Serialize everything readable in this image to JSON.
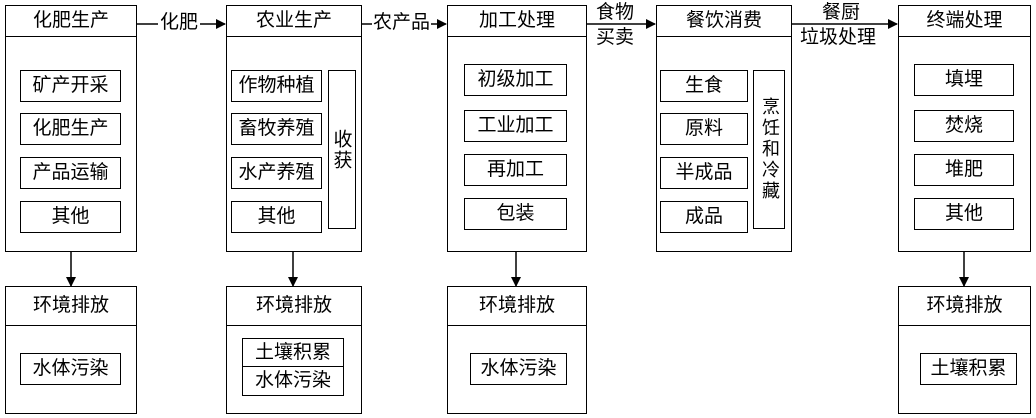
{
  "stages": [
    {
      "title": "化肥生产",
      "items": [
        "矿产开采",
        "化肥生产",
        "产品运输",
        "其他"
      ]
    },
    {
      "title": "农业生产",
      "items": [
        "作物种植",
        "畜牧养殖",
        "水产养殖",
        "其他"
      ],
      "side": "收获"
    },
    {
      "title": "加工处理",
      "items": [
        "初级加工",
        "工业加工",
        "再加工",
        "包装"
      ]
    },
    {
      "title": "餐饮消费",
      "items": [
        "生食",
        "原料",
        "半成品",
        "成品"
      ],
      "side": "烹饪和冷藏"
    },
    {
      "title": "终端处理",
      "items": [
        "填埋",
        "焚烧",
        "堆肥",
        "其他"
      ]
    }
  ],
  "flows": [
    "化肥",
    "农产品",
    "食物",
    "买卖",
    "餐厨",
    "垃圾处理"
  ],
  "emissions": [
    {
      "title": "环境排放",
      "items": [
        "水体污染"
      ]
    },
    {
      "title": "环境排放",
      "items": [
        "土壤积累",
        "水体污染"
      ]
    },
    {
      "title": "环境排放",
      "items": [
        "水体污染"
      ]
    },
    {
      "title": "环境排放",
      "items": [
        "土壤积累"
      ]
    }
  ]
}
